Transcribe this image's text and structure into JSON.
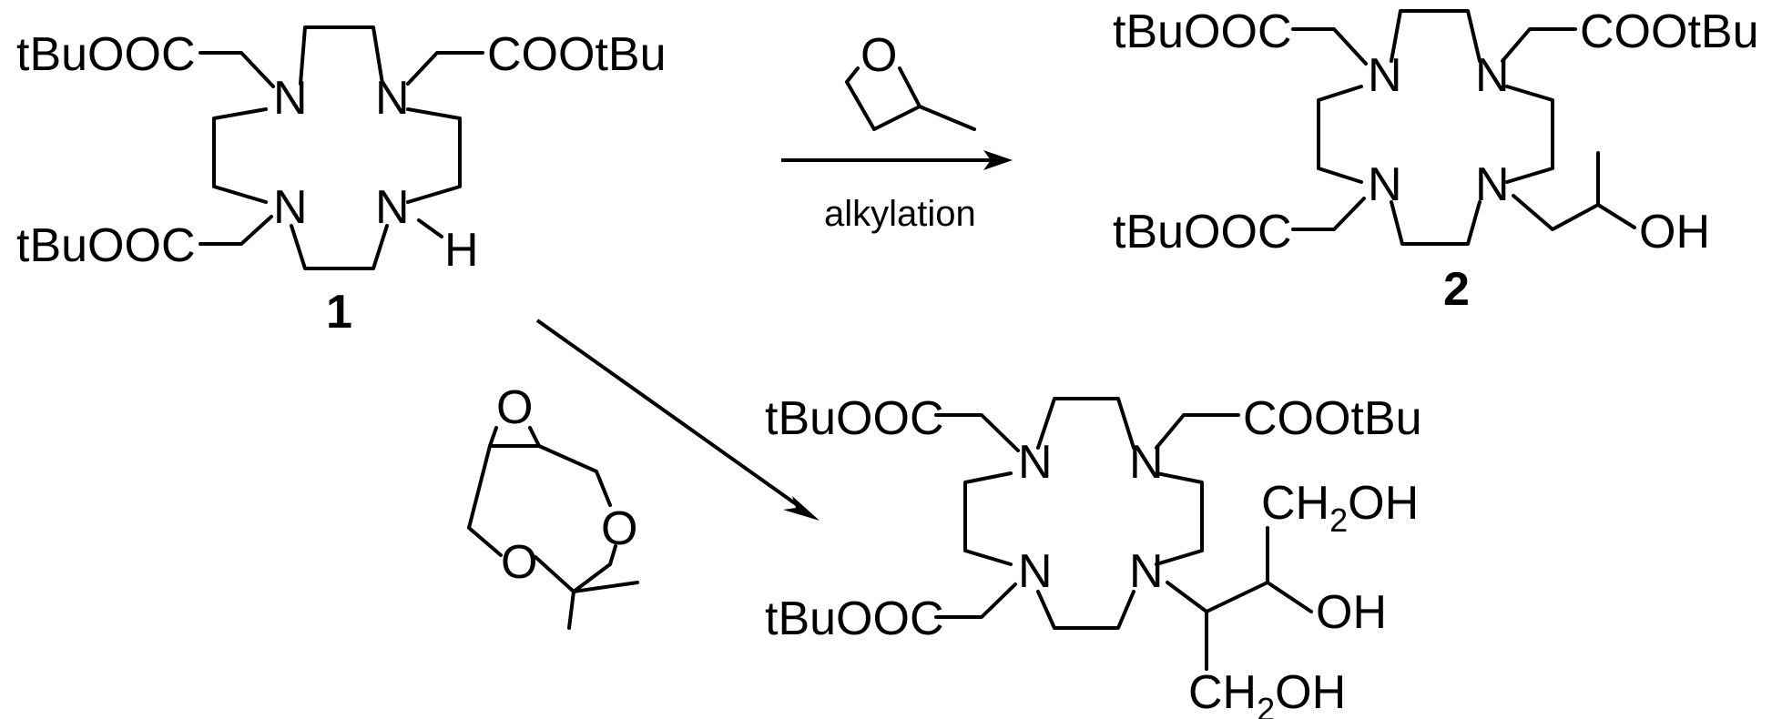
{
  "scheme": {
    "compound1": {
      "number": "1",
      "atoms": {
        "n_tl": "N",
        "n_tr": "N",
        "n_bl": "N",
        "n_br": "N",
        "h": "H",
        "sub_tl": "tBuOOC",
        "sub_tr": "COOtBu",
        "sub_bl": "tBuOOC"
      }
    },
    "reaction_top": {
      "condition": "alkylation",
      "reagent_atoms": {
        "o": "O"
      }
    },
    "compound2": {
      "number": "2",
      "atoms": {
        "n_tl": "N",
        "n_tr": "N",
        "n_bl": "N",
        "n_br": "N",
        "sub_tl": "tBuOOC",
        "sub_tr": "COOtBu",
        "sub_bl": "tBuOOC",
        "oh": "OH"
      }
    },
    "reaction_diag": {
      "reagent_atoms": {
        "o_epox": "O",
        "o_ring_top": "O",
        "o_ring_bot": "O"
      }
    },
    "compound3": {
      "atoms": {
        "n_tl": "N",
        "n_tr": "N",
        "n_bl": "N",
        "n_br": "N",
        "sub_tl": "tBuOOC",
        "sub_tr": "COOtBu",
        "sub_bl": "tBuOOC",
        "ch2oh_top_main": "CH",
        "ch2oh_top_sub": "2",
        "ch2oh_top_tail": "OH",
        "oh_mid": "OH",
        "ch2oh_bot_main": "CH",
        "ch2oh_bot_sub": "2",
        "ch2oh_bot_tail": "OH"
      }
    }
  }
}
